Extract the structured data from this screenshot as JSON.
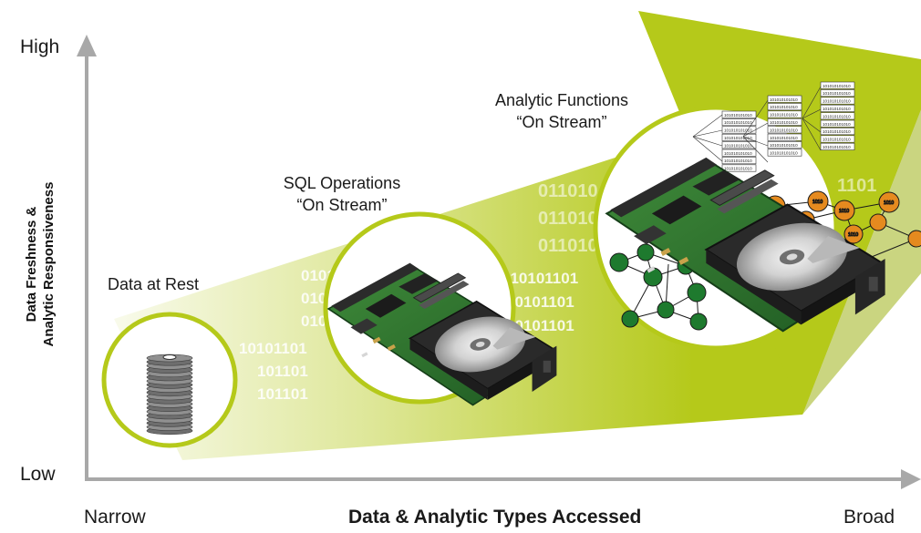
{
  "y_axis": {
    "high_label": "High",
    "low_label": "Low",
    "title_line1": "Data Freshness &",
    "title_line2": "Analytic Responsiveness"
  },
  "x_axis": {
    "left_label": "Narrow",
    "right_label": "Broad",
    "title": "Data & Analytic Types Accessed"
  },
  "stages": [
    {
      "line1": "Data at Rest",
      "line2": ""
    },
    {
      "line1": "SQL Operations",
      "line2": "“On Stream”"
    },
    {
      "line1": "Analytic Functions",
      "line2": "“On Stream”"
    }
  ],
  "binary_text": {
    "small": [
      "10101101",
      "101101",
      "101101"
    ],
    "medium": [
      "0101",
      "0101",
      "0101"
    ],
    "large": [
      "011010",
      "011010",
      "011010",
      "1101"
    ],
    "cell": "101010101010",
    "node": "1010"
  },
  "colors": {
    "accent": "#b5c91a",
    "accent_dark": "#9fb317",
    "axis": "#a8a8a8",
    "green_node": "#1e7a2e",
    "orange_node": "#e58a1f"
  },
  "icons": {
    "disk_stack": "disk-stack-icon",
    "blade_server": "blade-server-icon"
  }
}
